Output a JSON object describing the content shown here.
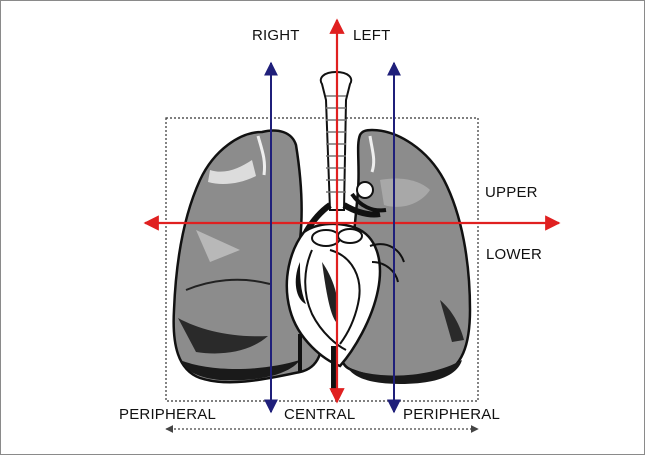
{
  "labels": {
    "right": "RIGHT",
    "left": "LEFT",
    "upper": "UPPER",
    "lower": "LOWER",
    "peripheral_left": "PERIPHERAL",
    "central": "CENTRAL",
    "peripheral_right": "PERIPHERAL"
  },
  "colors": {
    "red_axis": "#e02020",
    "blue_axis": "#1f1f7a",
    "lung_fill": "#8c8c8c",
    "lung_dark": "#2a2a2a",
    "box_border": "#333333"
  }
}
